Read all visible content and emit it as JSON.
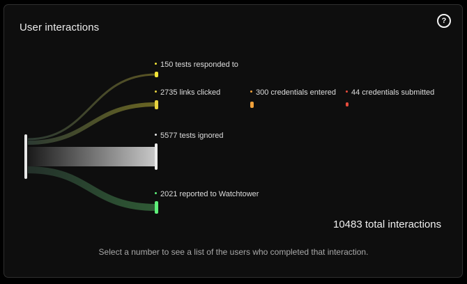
{
  "panel": {
    "title": "User interactions",
    "help_icon": "question-circle-icon",
    "total_label": "10483 total interactions",
    "hint": "Select a number to see a list of the users who completed that interaction."
  },
  "colors": {
    "background": "#0e0e0e",
    "responded": "#f3e437",
    "clicked": "#e7d33f",
    "credentials_entered": "#f0a03a",
    "credentials_submitted": "#e74c3c",
    "ignored": "#e4e4e4",
    "reported": "#5ef07a"
  },
  "nodes": {
    "responded": "150 tests responded to",
    "clicked": "2735 links clicked",
    "entered": "300 credentials entered",
    "submitted": "44 credentials submitted",
    "ignored": "5577 tests ignored",
    "reported": "2021 reported to Watchtower"
  }
}
